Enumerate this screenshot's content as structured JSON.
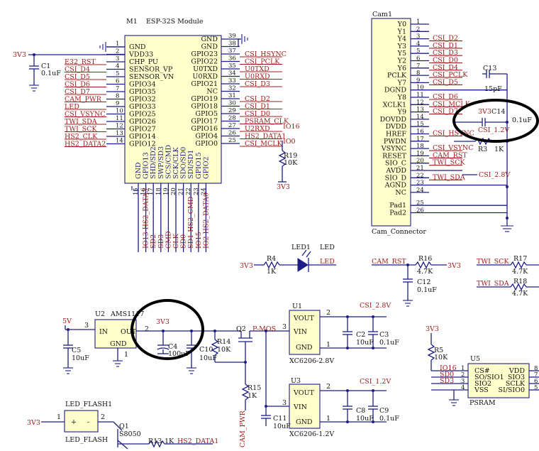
{
  "esp32": {
    "ref": "M1",
    "title": "ESP-32S Module",
    "left_pins": [
      {
        "num": "1",
        "name": "GND",
        "net": ""
      },
      {
        "num": "2",
        "name": "VDD33",
        "net": "3V3"
      },
      {
        "num": "3",
        "name": "CHP_PU",
        "net": "E32_RST"
      },
      {
        "num": "4",
        "name": "SENSOR_VP",
        "net": "CSI_D4"
      },
      {
        "num": "5",
        "name": "SENSOR_VN",
        "net": "CSI_D5"
      },
      {
        "num": "6",
        "name": "GPIO34",
        "net": "CSI_D6"
      },
      {
        "num": "7",
        "name": "GPIO35",
        "net": "CSI_D7"
      },
      {
        "num": "8",
        "name": "GPIO32",
        "net": "CAM_PWR"
      },
      {
        "num": "9",
        "name": "GPIO33",
        "net": "LED"
      },
      {
        "num": "10",
        "name": "GPIO25",
        "net": "CSI_VSYNC"
      },
      {
        "num": "11",
        "name": "GPIO26",
        "net": "TWI_SDA"
      },
      {
        "num": "12",
        "name": "GPIO27",
        "net": "TWI_SCK"
      },
      {
        "num": "13",
        "name": "GPIO14",
        "net": "HS2_CLK"
      },
      {
        "num": "14",
        "name": "GPIO12",
        "net": "HS2_DATA2"
      }
    ],
    "right_pins": [
      {
        "num": "39",
        "name": "GND",
        "net": ""
      },
      {
        "num": "38",
        "name": "GND",
        "net": ""
      },
      {
        "num": "37",
        "name": "GPIO23",
        "net": "CSI_HSYNC"
      },
      {
        "num": "36",
        "name": "GPIO22",
        "net": "CSI_PCLK"
      },
      {
        "num": "35",
        "name": "U0TXD",
        "net": "U0TXD"
      },
      {
        "num": "34",
        "name": "U0RXD",
        "net": "U0RXD"
      },
      {
        "num": "33",
        "name": "GPIO21",
        "net": "CSI_D3"
      },
      {
        "num": "32",
        "name": "NC",
        "net": ""
      },
      {
        "num": "31",
        "name": "GPIO19",
        "net": "CSI_D2"
      },
      {
        "num": "30",
        "name": "GPIO18",
        "net": "CSI_D1"
      },
      {
        "num": "29",
        "name": "GPIO5",
        "net": "CSI_D0"
      },
      {
        "num": "28",
        "name": "GPIO17",
        "net": "PSRAM_CLK"
      },
      {
        "num": "27",
        "name": "GPIO16",
        "net": "U2RXD"
      },
      {
        "num": "26",
        "name": "GPIO4",
        "net": "HS2_DATA1"
      },
      {
        "num": "25",
        "name": "GPIO0",
        "net": "CSI_MCLK"
      }
    ],
    "bottom_pins": [
      {
        "num": "15",
        "name": "GND",
        "net": ""
      },
      {
        "num": "16",
        "name": "GPIO13",
        "net": "IO13 HS2_DATA3"
      },
      {
        "num": "17",
        "name": "SHD/SD2",
        "net": "SD2"
      },
      {
        "num": "18",
        "name": "SWP/SD3",
        "net": "SD3"
      },
      {
        "num": "19",
        "name": "SCS/CMD",
        "net": "CMD"
      },
      {
        "num": "20",
        "name": "SCK/CLK",
        "net": "CLK"
      },
      {
        "num": "21",
        "name": "SDO/SD0",
        "net": "SD0"
      },
      {
        "num": "22",
        "name": "SDI/SD1",
        "net": "SD1 HS2_CMD"
      },
      {
        "num": "23",
        "name": "GPIO15",
        "net": "IO15"
      },
      {
        "num": "24",
        "name": "GPIO2",
        "net": "IO2 HS2_DATA0"
      }
    ],
    "io16_label": "IO16",
    "io0_label": "IO0"
  },
  "c1": {
    "ref": "C1",
    "value": "0.1uF",
    "net": "3V3"
  },
  "r19": {
    "ref": "R19",
    "value": "10K",
    "net": "3V3"
  },
  "cam": {
    "ref": "Cam1",
    "footer": "Cam_Connector",
    "pins": [
      {
        "num": "1",
        "name": "Y0",
        "net": ""
      },
      {
        "num": "2",
        "name": "Y1",
        "net": ""
      },
      {
        "num": "3",
        "name": "Y4",
        "net": "CSI_D2"
      },
      {
        "num": "4",
        "name": "Y3",
        "net": "CSI_D1"
      },
      {
        "num": "5",
        "name": "Y5",
        "net": "CSI_D3"
      },
      {
        "num": "6",
        "name": "Y2",
        "net": "CSI_D0"
      },
      {
        "num": "7",
        "name": "Y6",
        "net": "CSI_D4"
      },
      {
        "num": "8",
        "name": "PCLK",
        "net": "CSI_PCLK"
      },
      {
        "num": "9",
        "name": "Y7",
        "net": "CSI_D5"
      },
      {
        "num": "10",
        "name": "DGND",
        "net": ""
      },
      {
        "num": "11",
        "name": "Y8",
        "net": "CSI_D6"
      },
      {
        "num": "12",
        "name": "XCLK1",
        "net": "CSI_MCLK"
      },
      {
        "num": "13",
        "name": "Y9",
        "net": "CSI_D7"
      },
      {
        "num": "14",
        "name": "DOVDD",
        "net": ""
      },
      {
        "num": "15",
        "name": "DVDD",
        "net": ""
      },
      {
        "num": "16",
        "name": "HREF",
        "net": "CSI_HSYNC"
      },
      {
        "num": "17",
        "name": "PWDN",
        "net": ""
      },
      {
        "num": "18",
        "name": "VSYNC",
        "net": "CSI_VSYNC"
      },
      {
        "num": "19",
        "name": "RESET",
        "net": "CAM_RST"
      },
      {
        "num": "20",
        "name": "SIO_C",
        "net": "TWI_SCK"
      },
      {
        "num": "21",
        "name": "AVDD",
        "net": "CSI_2.8V"
      },
      {
        "num": "22",
        "name": "SIO_D",
        "net": "TWI_SDA"
      },
      {
        "num": "23",
        "name": "AGND",
        "net": ""
      },
      {
        "num": "24",
        "name": "NC",
        "net": ""
      },
      {
        "num": "25",
        "name": "Pad1",
        "net": ""
      },
      {
        "num": "26",
        "name": "Pad2",
        "net": ""
      }
    ],
    "c13": {
      "ref": "C13",
      "value": "15pF"
    },
    "c14": {
      "ref": "C14",
      "value": "0.1uF",
      "net": "3V3"
    },
    "csi12": "CSI_1.2V",
    "r3": {
      "ref": "R3",
      "value": "1K"
    }
  },
  "led": {
    "ref": "LED1",
    "label": "LED",
    "net": "LED",
    "r4": "R4",
    "r4v": "1K",
    "pwr": "3V3"
  },
  "cam_rst": {
    "net": "CAM_RST",
    "ref": "R16",
    "value": "4.7K",
    "pwr": "3V3",
    "c12": "C12",
    "c12v": "0.1uF"
  },
  "twi": {
    "sck": "TWI_SCK",
    "sda": "TWI_SDA",
    "r17": "R17",
    "r17v": "4.7K",
    "r18": "R18",
    "r18v": "4.7K"
  },
  "ams": {
    "ref": "U2",
    "part": "AMS1117",
    "vin": "5V",
    "in": "IN",
    "out": "OUT",
    "gnd": "GND",
    "pin_in": "3",
    "pin_out": "2",
    "pin_gnd": "1",
    "vout": "3V3",
    "c5": "C5",
    "c5v": "10uF",
    "c4": "C4",
    "c4v": "100uF",
    "c10": "C10",
    "c10v": "10uF",
    "r14": "R14",
    "r14v": "10K",
    "q2": "Q2",
    "q2p": "P-MOS",
    "q2pin": "3",
    "r15": "R15",
    "r15v": "1K",
    "cam_pwr": "CAM_PWR"
  },
  "u1": {
    "ref": "U1",
    "part": "XC6206-2.8V",
    "vout": "VOUT",
    "vin": "VIN",
    "gnd": "GND",
    "p2": "2",
    "p3": "3",
    "p1": "1",
    "net": "CSI_2.8V",
    "c2": "C2",
    "c2v": "10uF",
    "c3": "C3",
    "c3v": "0.1uF"
  },
  "u3": {
    "ref": "U3",
    "part": "XC6206-1.2V",
    "vout": "VOUT",
    "vin": "VIN",
    "gnd": "GND",
    "p2": "2",
    "p3": "3",
    "p1": "1",
    "net": "CSI_1.2V",
    "c8": "C8",
    "c8v": "10uF",
    "c9": "C9",
    "c9v": "0.1uF",
    "c11": "C11",
    "c11v": "10uF"
  },
  "psram": {
    "ref": "U5",
    "footer": "PSRAM",
    "pwr": "3V3",
    "r5": "R5",
    "r5v": "10K",
    "left": [
      {
        "num": "1",
        "name": "CS#",
        "net": "IO16"
      },
      {
        "num": "2",
        "name": "SO/SIO1",
        "net": "SD0"
      },
      {
        "num": "3",
        "name": "SIO2",
        "net": "SD3"
      },
      {
        "num": "4",
        "name": "VSS",
        "net": ""
      }
    ],
    "right": [
      {
        "num": "8",
        "name": "VDD"
      },
      {
        "num": "7",
        "name": "SIO3"
      },
      {
        "num": "6",
        "name": "SCLK"
      },
      {
        "num": "5",
        "name": "SI/SIO0"
      }
    ]
  },
  "flash": {
    "ref": "LED_FLASH1",
    "footer": "LED_FLASH",
    "pwr": "3V3",
    "p1": "1",
    "p2": "2",
    "plus": "+",
    "minus": "-",
    "q1": "Q1",
    "q1p": "S8050",
    "r13": "R13",
    "r13v": "1K",
    "net": "HS2_DATA1"
  }
}
